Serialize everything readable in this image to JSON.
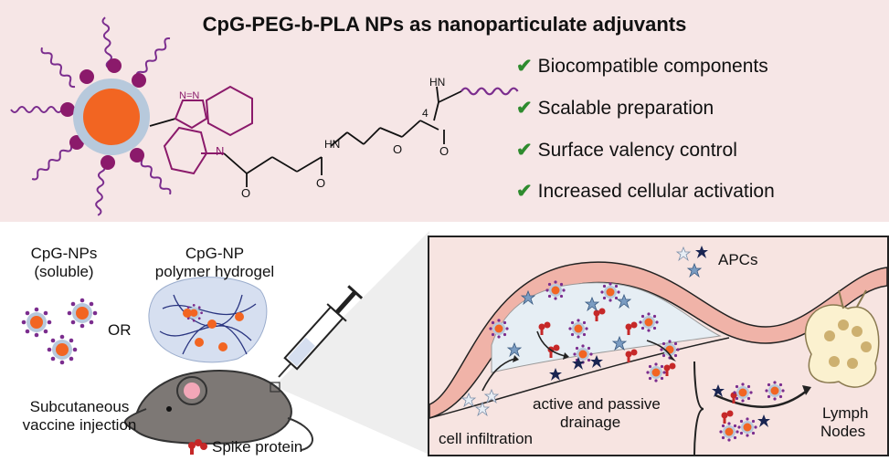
{
  "title": "CpG-PEG-b-PLA NPs as nanoparticulate adjuvants",
  "features": [
    "Biocompatible components",
    "Scalable preparation",
    "Surface valency control",
    "Increased cellular activation"
  ],
  "check_symbol": "✔",
  "molecule": {
    "hn_top": "HN",
    "hn_mid": "HN",
    "subscript": "4"
  },
  "left": {
    "soluble_line1": "CpG-NPs",
    "soluble_line2": "(soluble)",
    "or": "OR",
    "hydrogel_line1": "CpG-NP",
    "hydrogel_line2": "polymer hydrogel",
    "injection_line1": "Subcutaneous",
    "injection_line2": "vaccine injection",
    "spike": "Spike protein"
  },
  "inset": {
    "apcs": "APCs",
    "drainage_line1": "active and passive",
    "drainage_line2": "drainage",
    "infiltration": "cell infiltration",
    "lymph_line1": "Lymph",
    "lymph_line2": "Nodes"
  },
  "colors": {
    "nanoparticle_core": "#f26522",
    "nanoparticle_shell": "#b7c9dc",
    "cpg_dna": "#7b2d8e",
    "top_background": "#f6e6e6",
    "check": "#2e8b2e",
    "skin": "#f0b3a8",
    "spike": "#c62828"
  }
}
